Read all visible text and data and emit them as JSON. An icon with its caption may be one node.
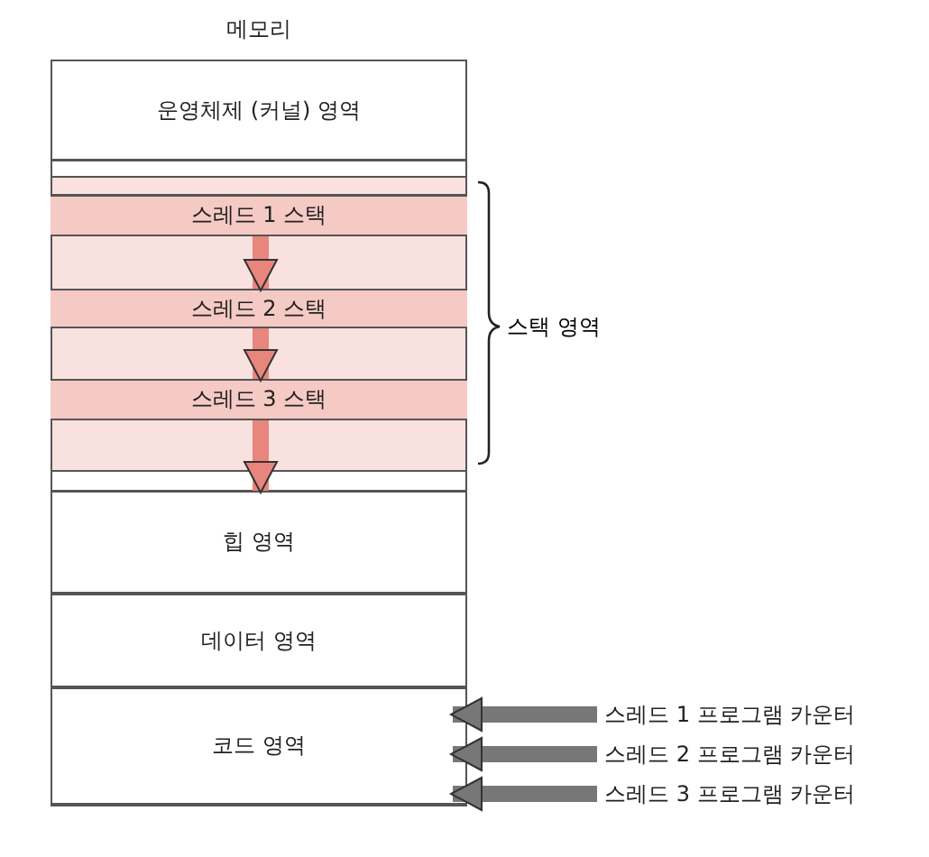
{
  "diagram": {
    "nodes": [
      {
        "text": [
          "메모리"
        ]
      },
      {
        "text": [
          "운영체제 (커널) 영역"
        ],
        "in": 0
      },
      {
        "text": [
          "스레드 1 스택"
        ],
        "in": 0
      },
      {
        "text": [
          "스레드 2 스택"
        ],
        "in": 0
      },
      {
        "text": [
          "스레드 3 스택"
        ],
        "in": 0
      },
      {
        "text": [
          "힙 영역"
        ],
        "in": 0
      },
      {
        "text": [
          "데이터 영역"
        ],
        "in": 0
      },
      {
        "text": [
          "코드 영역"
        ],
        "in": 0
      },
      {
        "text": [
          "스레드 1 프로그램 카운터"
        ]
      },
      {
        "text": [
          "스레드 2 프로그램 카운터"
        ]
      },
      {
        "text": [
          "스레드 3 프로그램 카운터"
        ]
      }
    ],
    "edges": [
      {
        "from": 2,
        "to": 3,
        "arrow": "to",
        "color": "#e8857d"
      },
      {
        "from": 3,
        "to": 4,
        "arrow": "to",
        "color": "#e8857d"
      },
      {
        "from": 4,
        "to": 5,
        "arrow": "to",
        "color": "#e8857d"
      },
      {
        "from": 8,
        "to": 7,
        "arrow": "to",
        "color": "#777777"
      },
      {
        "from": 9,
        "to": 7,
        "arrow": "to",
        "color": "#777777"
      },
      {
        "from": 10,
        "to": 7,
        "arrow": "to",
        "color": "#777777"
      }
    ],
    "labels": [
      "스택 영역"
    ]
  }
}
